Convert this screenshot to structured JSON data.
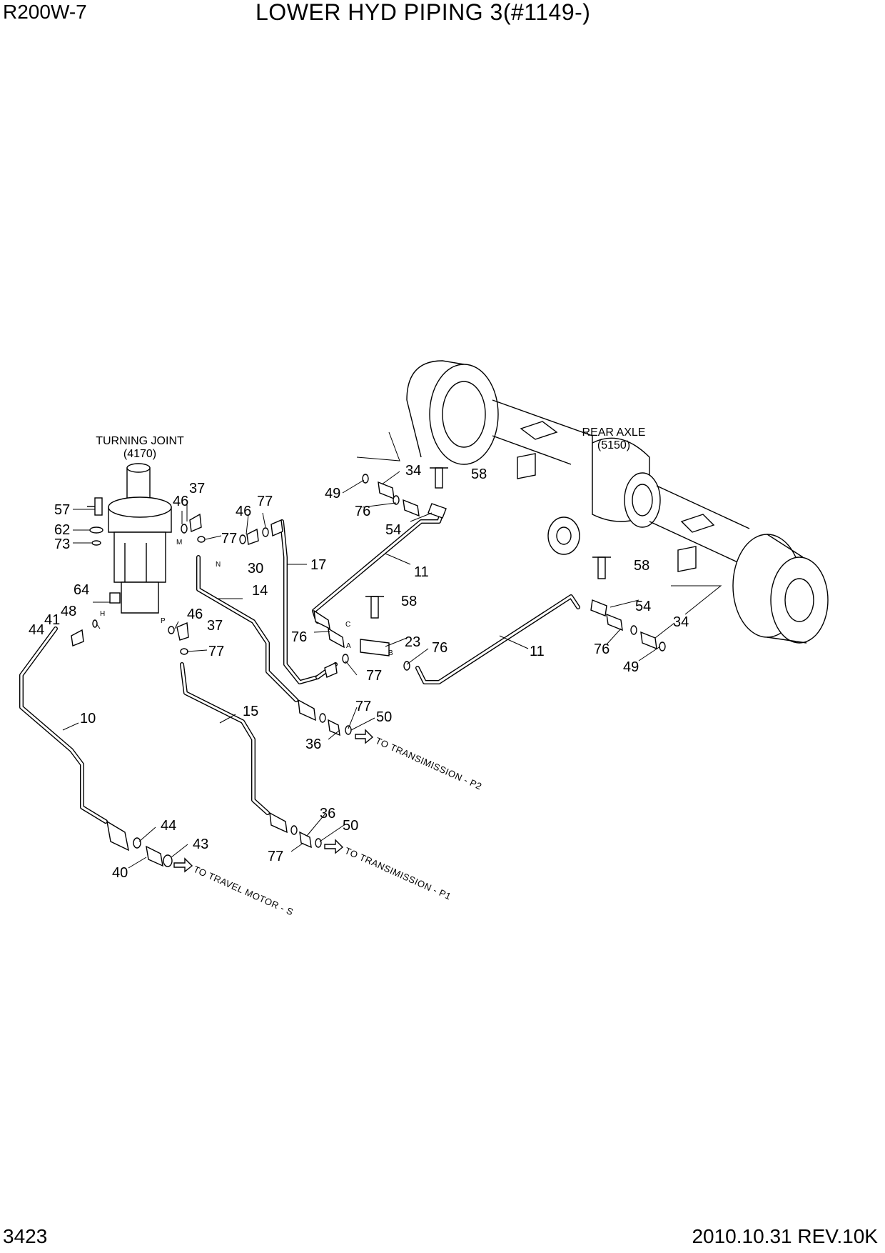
{
  "header": {
    "model": "R200W-7",
    "title": "LOWER HYD PIPING 3(#1149-)"
  },
  "footer": {
    "page_number": "3423",
    "revision": "2010.10.31 REV.10K"
  },
  "assemblies": {
    "turning_joint": {
      "name": "TURNING JOINT",
      "ref": "(4170)"
    },
    "rear_axle": {
      "name": "REAR AXLE",
      "ref": "(5150)"
    }
  },
  "port_letters": [
    "M",
    "N",
    "H",
    "P",
    "A",
    "B",
    "C"
  ],
  "destinations": {
    "p2": "TO TRANSIMISSION - P2",
    "p1": "TO TRANSIMISSION - P1",
    "travel_s": "TO TRAVEL MOTOR - S"
  },
  "callouts": [
    "57",
    "62",
    "73",
    "37",
    "46",
    "77",
    "46",
    "77",
    "30",
    "17",
    "14",
    "64",
    "48",
    "41",
    "44",
    "46",
    "37",
    "77",
    "10",
    "15",
    "49",
    "34",
    "58",
    "76",
    "54",
    "11",
    "58",
    "23",
    "76",
    "77",
    "76",
    "11",
    "58",
    "54",
    "34",
    "76",
    "49",
    "77",
    "50",
    "36",
    "36",
    "50",
    "77",
    "44",
    "43",
    "40"
  ]
}
